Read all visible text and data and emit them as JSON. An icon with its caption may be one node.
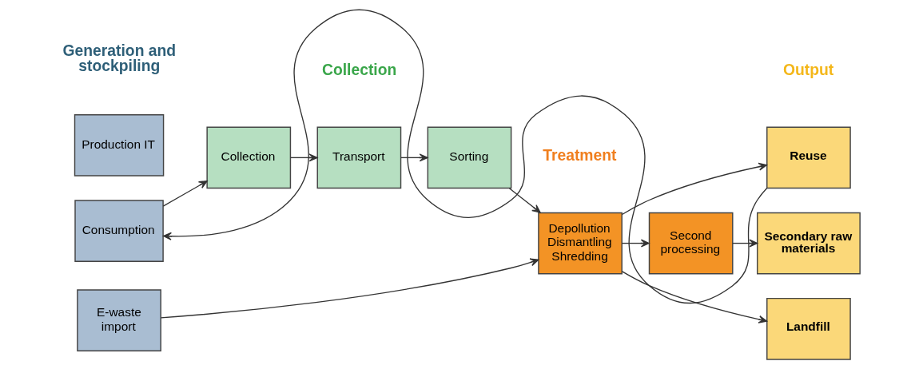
{
  "diagram": {
    "nodes": [
      {
        "text": [
          "Production IT"
        ]
      },
      {
        "text": [
          "Consumption"
        ]
      },
      {
        "text": [
          "E-waste import"
        ]
      },
      {
        "text": [
          "Collection"
        ]
      },
      {
        "text": [
          "Transport"
        ]
      },
      {
        "text": [
          "Sorting"
        ]
      },
      {
        "text": [
          "Depollution Dismantling Shredding"
        ]
      },
      {
        "text": [
          "Second processing"
        ]
      },
      {
        "text": [
          "Reuse"
        ]
      },
      {
        "text": [
          "Secondary raw materials"
        ]
      },
      {
        "text": [
          "Landfill"
        ]
      }
    ],
    "edges": [
      {
        "from": 8,
        "to": 1,
        "arrow": "to"
      },
      {
        "from": 1,
        "to": 3,
        "arrow": "to"
      },
      {
        "from": 3,
        "to": 4,
        "arrow": "to"
      },
      {
        "from": 4,
        "to": 5,
        "arrow": "to"
      },
      {
        "from": 5,
        "to": 6,
        "arrow": "to"
      },
      {
        "from": 6,
        "to": 7,
        "arrow": "to"
      },
      {
        "from": 7,
        "to": 9,
        "arrow": "to"
      },
      {
        "from": 6,
        "to": 8,
        "arrow": "to"
      },
      {
        "from": 6,
        "to": 10,
        "arrow": "to"
      },
      {
        "from": 2,
        "to": 6,
        "arrow": "to"
      }
    ],
    "labels": [
      "Generation and stockpiling",
      "Collection",
      "Treatment",
      "Output"
    ]
  }
}
